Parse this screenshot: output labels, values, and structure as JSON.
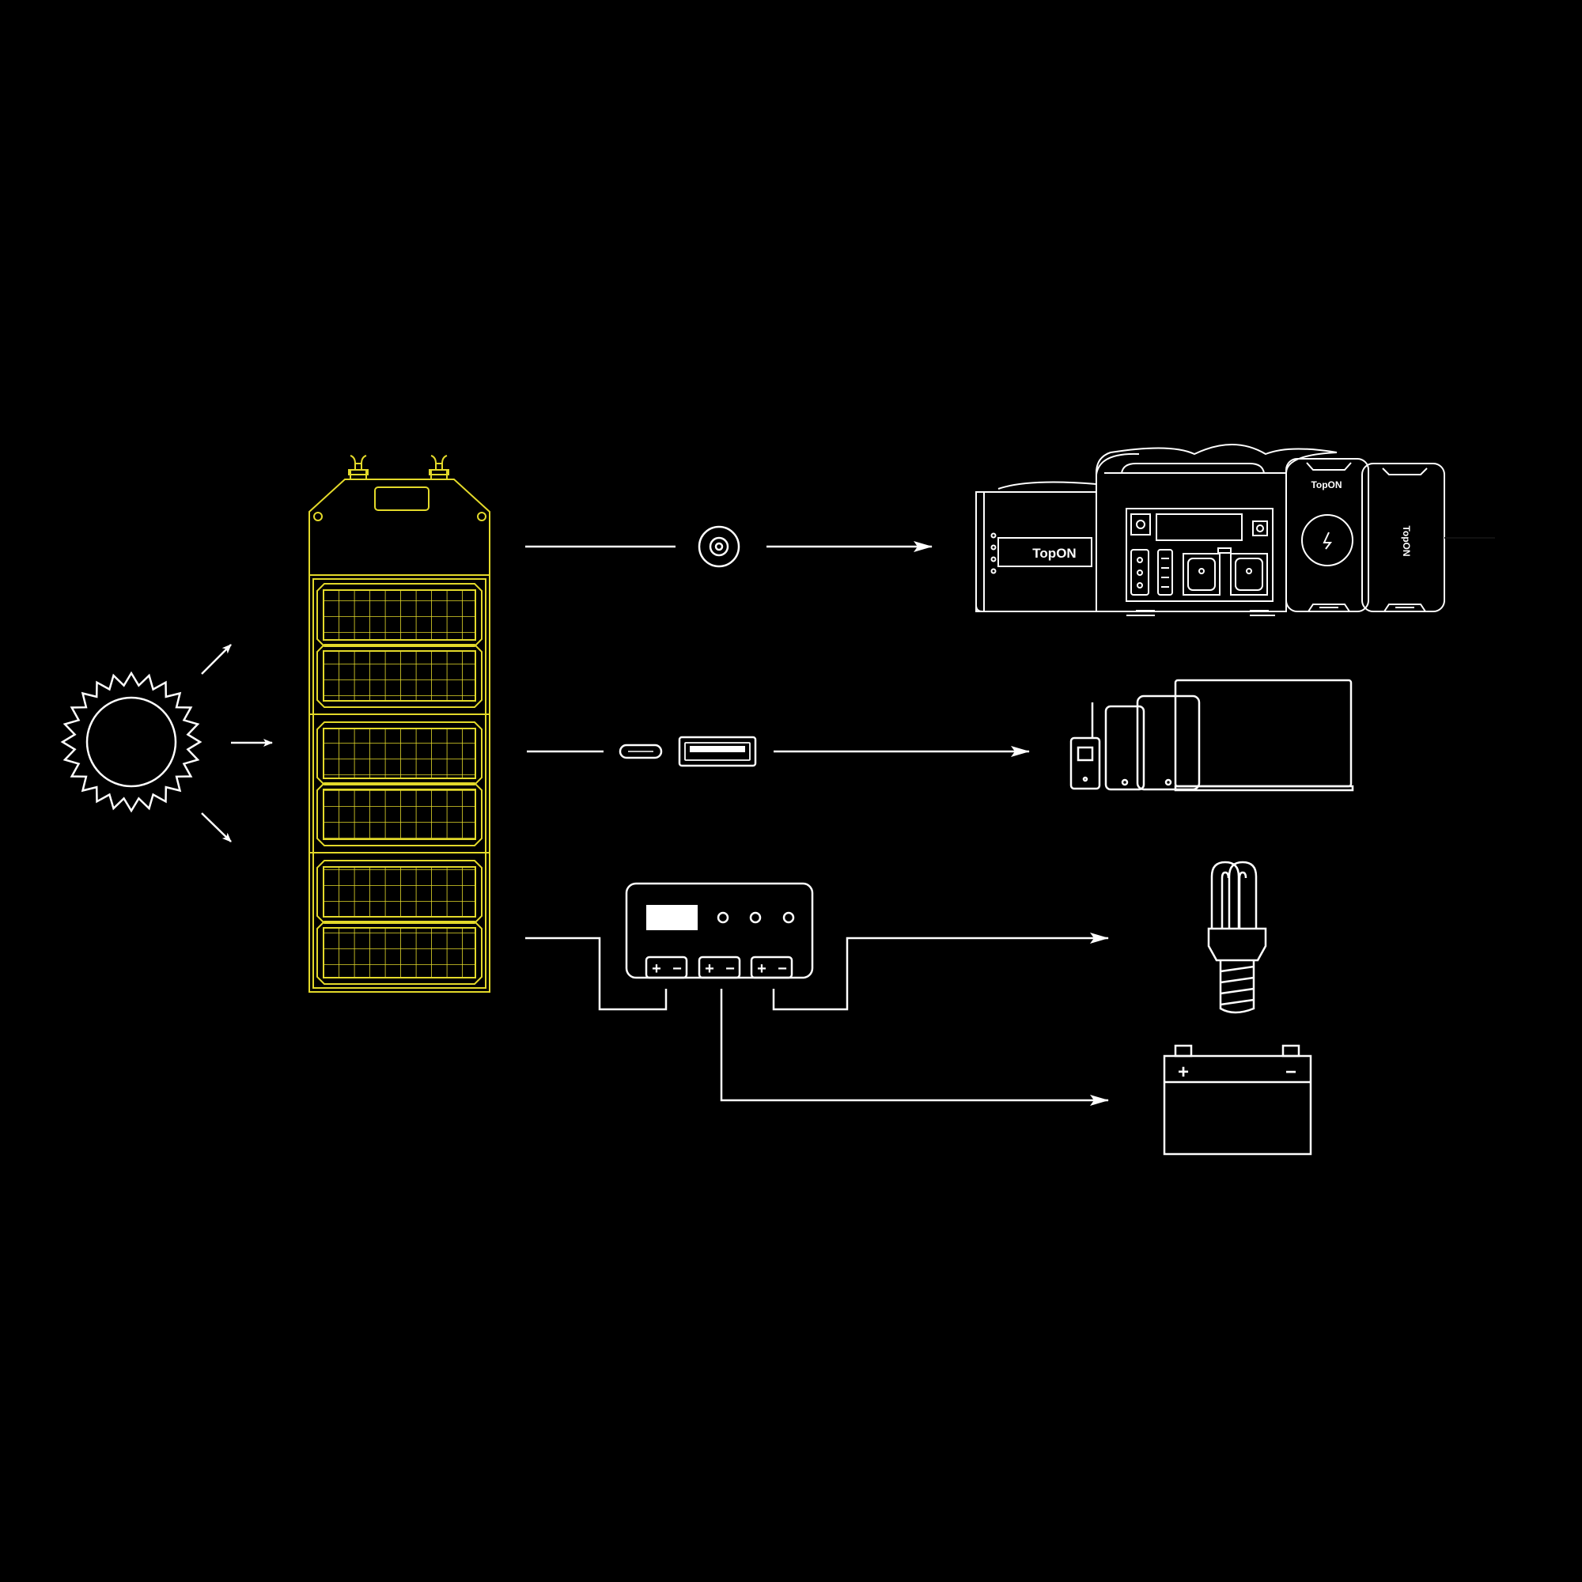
{
  "colors": {
    "background": "#000000",
    "line": "#ffffff",
    "panel": "#e3d92a"
  },
  "brand": {
    "station_logo": "TopON",
    "powerbank_logo_1": "TopON",
    "powerbank_logo_2": "TopON"
  },
  "controller": {
    "terminal_1_plus": "+",
    "terminal_1_minus": "−",
    "terminal_2_plus": "+",
    "terminal_2_minus": "−",
    "terminal_3_plus": "+",
    "terminal_3_minus": "−"
  },
  "battery": {
    "plus": "+",
    "minus": "−"
  },
  "icons": {
    "sun": "sun-icon",
    "solar_panel": "solar-panel-icon",
    "dc_port": "dc-barrel-port-icon",
    "usb_c": "usb-c-port-icon",
    "usb_a": "usb-a-port-icon",
    "station": "power-station-icon",
    "devices": "devices-icon",
    "controller": "charge-controller-icon",
    "bulb": "light-bulb-icon",
    "battery": "car-battery-icon"
  }
}
